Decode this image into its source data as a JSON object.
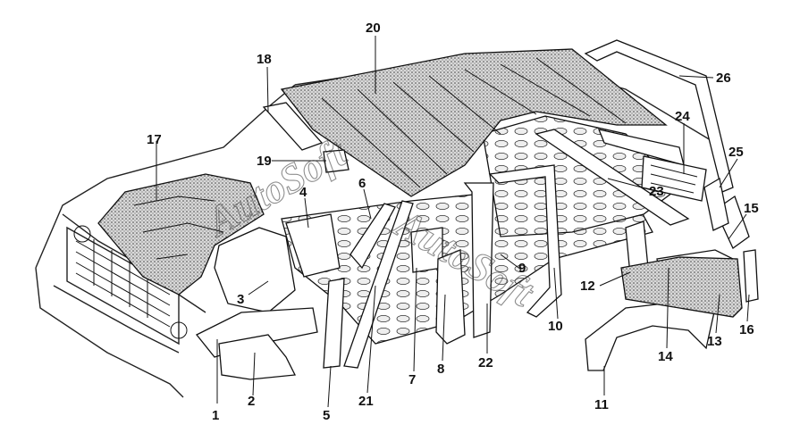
{
  "watermark": "AutoSoft",
  "callouts": [
    "1",
    "2",
    "3",
    "4",
    "5",
    "6",
    "7",
    "8",
    "9",
    "10",
    "11",
    "12",
    "13",
    "14",
    "15",
    "16",
    "17",
    "18",
    "19",
    "20",
    "21",
    "22",
    "23",
    "24",
    "25",
    "26"
  ],
  "colors": {
    "ink": "#111111",
    "background": "#ffffff",
    "stipple": "#555555"
  }
}
